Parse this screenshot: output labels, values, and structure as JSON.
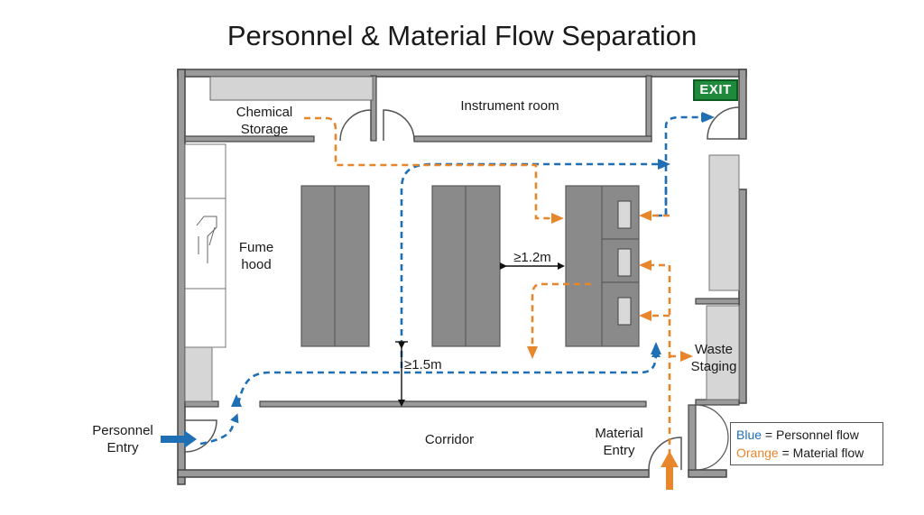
{
  "title": "Personnel & Material Flow Separation",
  "rooms": {
    "chemical_storage": "Chemical\nStorage",
    "instrument_room": "Instrument room",
    "fume_hood": "Fume\nhood",
    "waste_staging": "Waste\nStaging",
    "corridor": "Corridor"
  },
  "entries": {
    "personnel": "Personnel\nEntry",
    "material": "Material\nEntry",
    "exit": "EXIT"
  },
  "dimensions": {
    "aisle_width": "≥1.2m",
    "corridor_clearance": "≥1.5m"
  },
  "legend": {
    "blue_word": "Blue",
    "blue_rest": " = Personnel flow",
    "orange_word": "Orange",
    "orange_rest": " = Material flow"
  },
  "colors": {
    "personnel_flow": "#1f6fb4",
    "material_flow": "#e8862b",
    "wall": "#555555",
    "bench": "#8a8a8a",
    "exit_sign": "#1f8a3c"
  }
}
